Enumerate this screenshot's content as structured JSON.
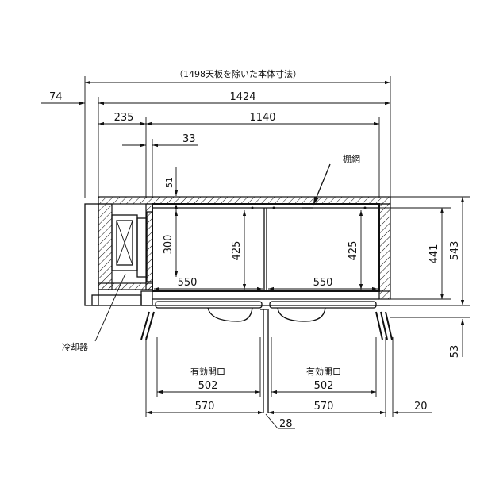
{
  "labels": {
    "overall_note": "（1498天板を除いた本体寸法）",
    "shelf_label": "棚網",
    "cooler_label": "冷却器",
    "opening_left": "有効開口",
    "opening_right": "有効開口"
  },
  "dims": {
    "d74": "74",
    "d1424": "1424",
    "d235": "235",
    "d1140": "1140",
    "d33": "33",
    "d51": "51",
    "d300": "300",
    "d425_left": "425",
    "d425_right": "425",
    "d550_left": "550",
    "d550_right": "550",
    "d441": "441",
    "d543": "543",
    "d53": "53",
    "d502_left": "502",
    "d502_right": "502",
    "d570_left": "570",
    "d570_right": "570",
    "d20": "20",
    "d28": "28"
  }
}
